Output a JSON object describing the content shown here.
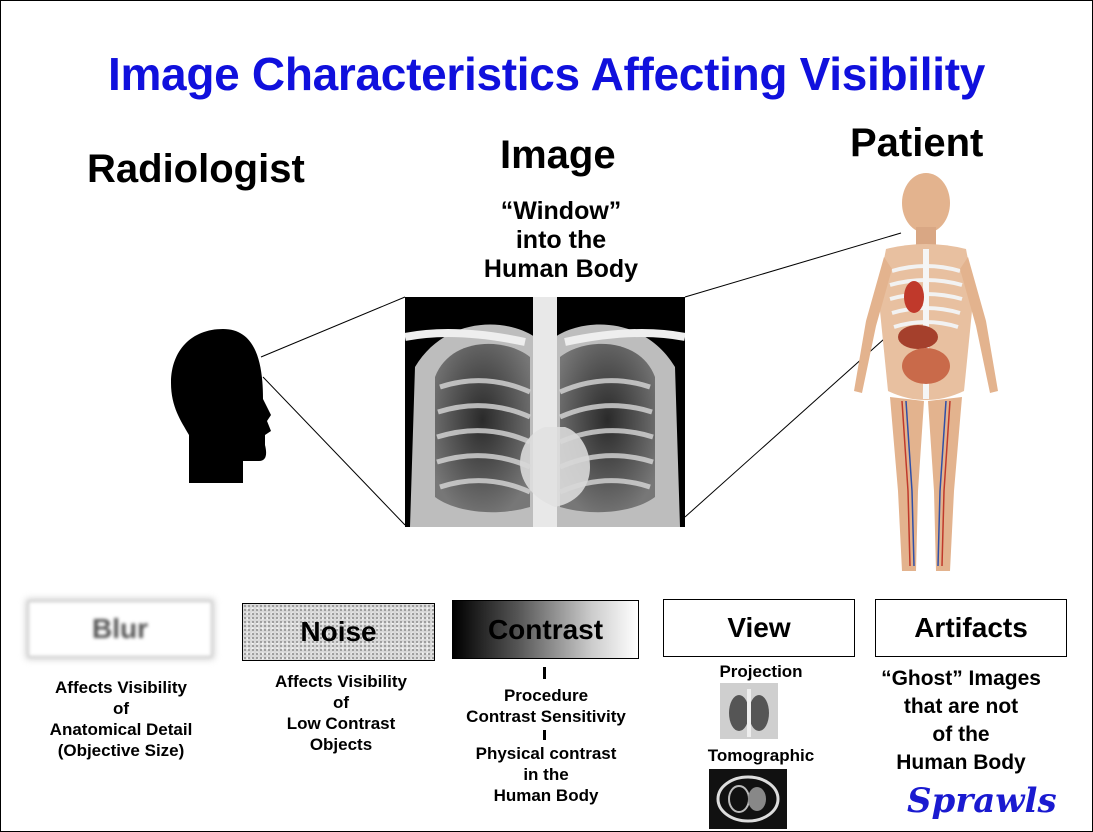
{
  "title": "Image Characteristics Affecting Visibility",
  "headings": {
    "radiologist": "Radiologist",
    "image": "Image",
    "patient": "Patient"
  },
  "image_subtitle": [
    "“Window”",
    "into the",
    "Human Body"
  ],
  "boxes": {
    "blur": {
      "label": "Blur",
      "desc": [
        "Affects Visibility",
        "of",
        "Anatomical Detail",
        "(Objective Size)"
      ]
    },
    "noise": {
      "label": "Noise",
      "desc": [
        "Affects Visibility",
        "of",
        "Low Contrast",
        "Objects"
      ]
    },
    "contrast": {
      "label": "Contrast",
      "desc_a": [
        "Procedure",
        "Contrast Sensitivity"
      ],
      "desc_b": [
        "Physical  contrast",
        "in the",
        "Human Body"
      ]
    },
    "view": {
      "label": "View",
      "projection": "Projection",
      "tomographic": "Tomographic"
    },
    "artifacts": {
      "label": "Artifacts",
      "desc": [
        "“Ghost” Images",
        "that are not",
        "of the",
        "Human Body"
      ]
    }
  },
  "signature": "Sprawls"
}
